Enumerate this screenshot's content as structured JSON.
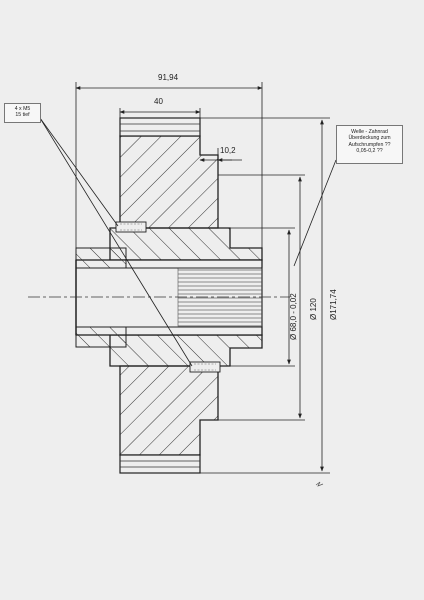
{
  "drawing": {
    "dimensions": {
      "overall_length": "91,94",
      "hub_length": "40",
      "step_length": "10,2",
      "bore_diameter": "Ø 68,0 - 0,02",
      "hub_diameter": "Ø 120",
      "outer_diameter": "Ø171,74"
    },
    "notes": {
      "thread": [
        "4 x M5",
        "15 tief"
      ],
      "fit": [
        "Welle - Zahnrad",
        "Überdeckung zum",
        "Aufschrumpfen ??",
        "0,05-0,2 ??"
      ]
    },
    "colors": {
      "paper": "#eeeeee",
      "line": "#2a2a2a"
    }
  }
}
